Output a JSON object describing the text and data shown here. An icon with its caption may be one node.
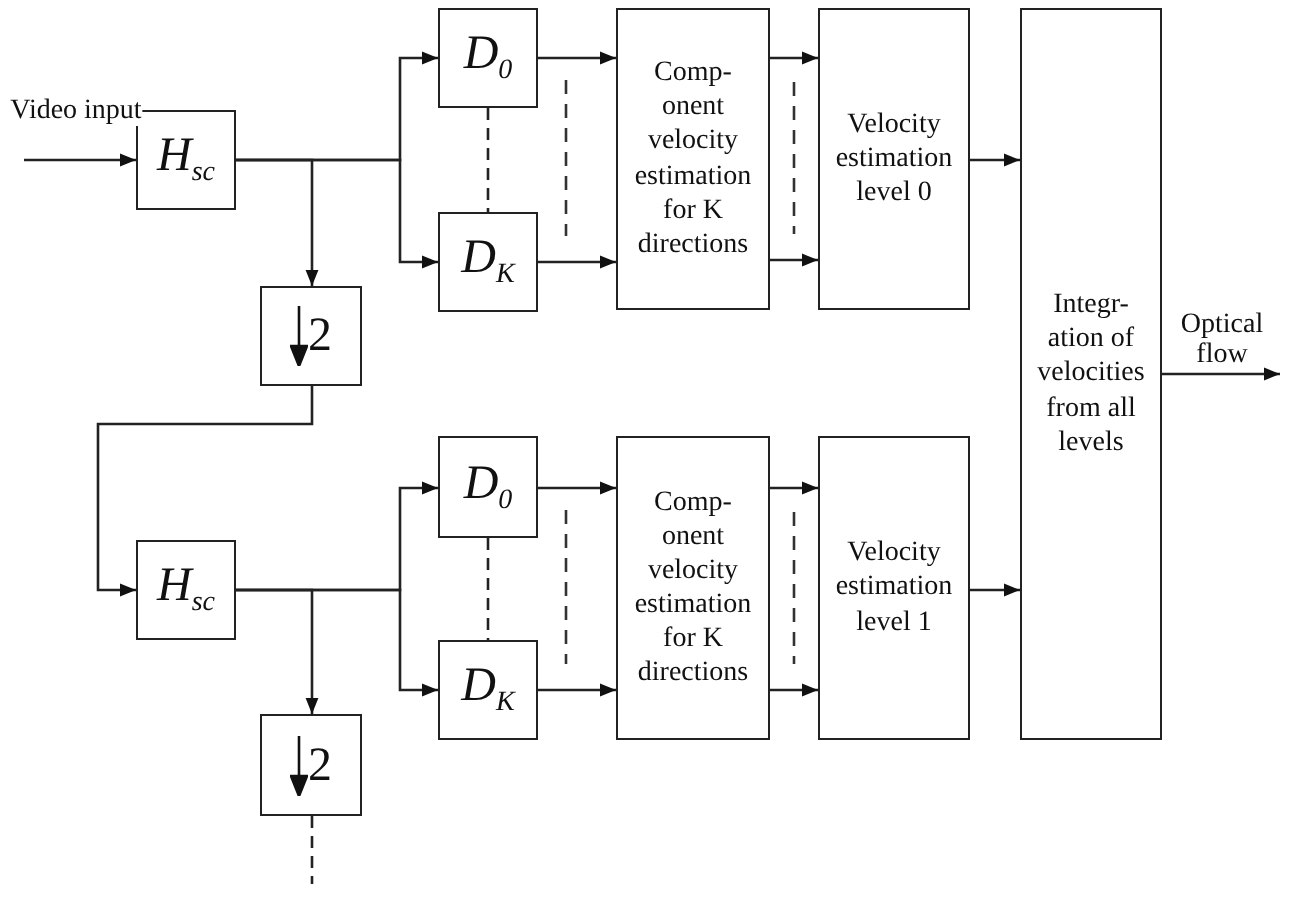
{
  "diagram": {
    "nodes": [
      {
        "text": [
          "H$_{sc}$"
        ]
      },
      {
        "text": [
          "D$_{0}$"
        ]
      },
      {
        "text": [
          "D$_{K}$"
        ]
      },
      {
        "text": [
          "Comp- onent velocity estimation for K directions"
        ]
      },
      {
        "text": [
          "Velocity estimation level 0"
        ]
      },
      {
        "text": [
          "2"
        ]
      },
      {
        "text": [
          "H$_{sc}$"
        ]
      },
      {
        "text": [
          "D$_{0}$"
        ]
      },
      {
        "text": [
          "D$_{K}$"
        ]
      },
      {
        "text": [
          "Comp- onent velocity estimation for K directions"
        ]
      },
      {
        "text": [
          "Velocity estimation level 1"
        ]
      },
      {
        "text": [
          "2"
        ]
      },
      {
        "text": [
          "Integr- ation of velocities from all levels"
        ]
      }
    ],
    "edges": [
      {
        "from": null,
        "to": 0,
        "arrow": "to",
        "label": "Video input"
      },
      {
        "from": 0,
        "to": 5,
        "arrow": "to"
      },
      {
        "from": 0,
        "to": 1,
        "arrow": "to"
      },
      {
        "from": 0,
        "to": 2,
        "arrow": "to"
      },
      {
        "from": 1,
        "to": 2,
        "arrow": "none",
        "style": "dashed"
      },
      {
        "from": 1,
        "to": 3,
        "arrow": "to"
      },
      {
        "from": 2,
        "to": 3,
        "arrow": "to"
      },
      {
        "from": 3,
        "to": 4,
        "arrow": "to"
      },
      {
        "from": 3,
        "to": 4,
        "arrow": "to"
      },
      {
        "from": 4,
        "to": 12,
        "arrow": "to"
      },
      {
        "from": 5,
        "to": 6,
        "arrow": "to"
      },
      {
        "from": 6,
        "to": 11,
        "arrow": "to"
      },
      {
        "from": 6,
        "to": 7,
        "arrow": "to"
      },
      {
        "from": 6,
        "to": 8,
        "arrow": "to"
      },
      {
        "from": 7,
        "to": 8,
        "arrow": "none",
        "style": "dashed"
      },
      {
        "from": 7,
        "to": 9,
        "arrow": "to"
      },
      {
        "from": 8,
        "to": 9,
        "arrow": "to"
      },
      {
        "from": 9,
        "to": 10,
        "arrow": "to"
      },
      {
        "from": 9,
        "to": 10,
        "arrow": "to"
      },
      {
        "from": 10,
        "to": 12,
        "arrow": "to"
      },
      {
        "from": 12,
        "to": null,
        "arrow": "to",
        "label": "Optical flow"
      },
      {
        "from": 11,
        "to": null,
        "arrow": "none",
        "style": "dashed"
      }
    ]
  }
}
